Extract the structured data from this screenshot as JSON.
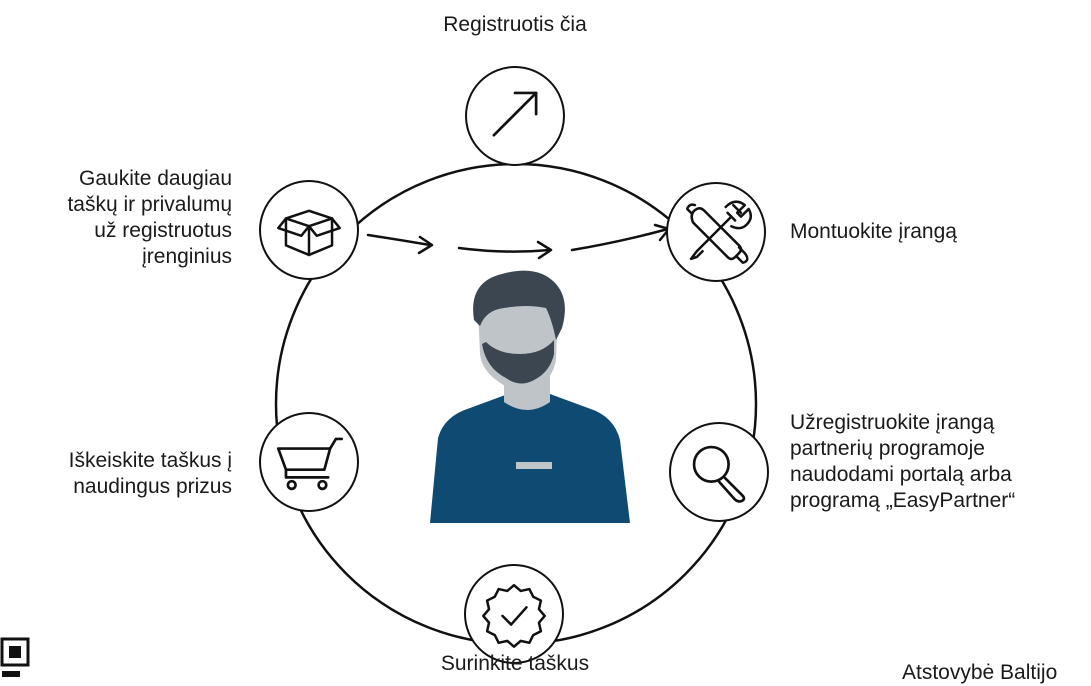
{
  "labels": {
    "register": "Registruotis čia",
    "install": "Montuokite įrangą",
    "register_equipment": "Užregistruokite įrangą\npartnerių programoje\nnaudodami portalą arba\nprogramą „EasyPartner“",
    "collect": "Surinkite taškus",
    "redeem": "Iškeiskite taškus į\nnaudingus prizus",
    "more_points": "Gaukite daugiau\ntaškų ir privalumų\nuž registruotus\nįrenginius"
  },
  "footer": {
    "representative": "Atstovybė Baltijo"
  },
  "icons": {
    "register": "arrow-up-right-icon",
    "install": "tools-icon",
    "register_equipment": "magnifier-icon",
    "collect": "badge-check-icon",
    "redeem": "shopping-cart-icon",
    "more_points": "box-icon"
  },
  "colors": {
    "shirt": "#0e4a72",
    "skin": "#bfc4c9",
    "hair": "#3b4650",
    "line": "#111111"
  }
}
